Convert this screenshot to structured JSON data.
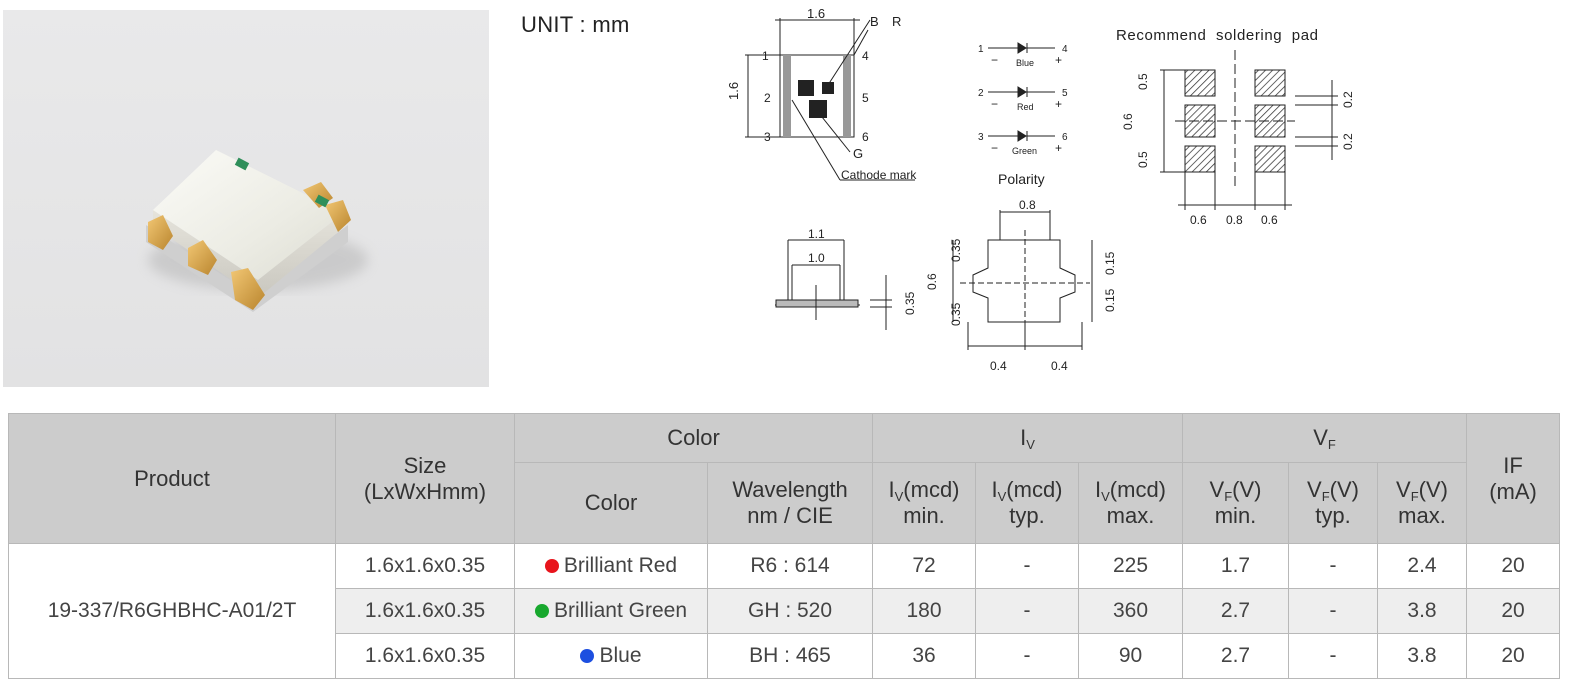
{
  "unit_label": "UNIT : mm",
  "drawing": {
    "top_width": "1.6",
    "side_height": "1.6",
    "label_b": "B",
    "label_r": "R",
    "label_g": "G",
    "cathode_mark": "Cathode mark",
    "pins": [
      "1",
      "2",
      "3",
      "4",
      "5",
      "6"
    ],
    "polarity_title": "Polarity",
    "polarity_rows": [
      {
        "left": "1",
        "right": "4",
        "name": "Blue"
      },
      {
        "left": "2",
        "right": "5",
        "name": "Red"
      },
      {
        "left": "3",
        "right": "6",
        "name": "Green"
      }
    ],
    "minus": "−",
    "plus": "+",
    "pad_title": "Recommend  soldering  pad",
    "pad_dims": {
      "left_top": "0.5",
      "left_mid": "0.6",
      "left_bot": "0.5",
      "right_top": "0.2",
      "right_bot": "0.2",
      "bottom": [
        "0.6",
        "0.8",
        "0.6"
      ]
    },
    "side_view": {
      "w1": "1.1",
      "w2": "1.0",
      "h": "0.35"
    },
    "bottom_view": {
      "top": "0.8",
      "l_top": "0.35",
      "l_mid": "0.6",
      "l_bot": "0.35",
      "r_top": "0.15",
      "r_bot": "0.15",
      "bottom": [
        "0.4",
        "0.4"
      ]
    }
  },
  "table": {
    "head": {
      "product": "Product",
      "size": "Size",
      "size_unit": "(LxWxHmm)",
      "color_group": "Color",
      "iv_group": "I",
      "iv_sub": "V",
      "vf_group": "V",
      "vf_sub": "F",
      "if": "IF",
      "if_unit": "(mA)",
      "color": "Color",
      "wavelength": "Wavelength",
      "wavelength_unit": "nm / CIE",
      "iv_unit": "(mcd)",
      "vf_unit": "(V)",
      "min": "min.",
      "typ": "typ.",
      "max": "max."
    },
    "product": "19-337/R6GHBHC-A01/2T",
    "rows": [
      {
        "size": "1.6x1.6x0.35",
        "color": "Brilliant Red",
        "dot": "#e8141c",
        "wavelength": "R6 : 614",
        "iv_min": "72",
        "iv_typ": "-",
        "iv_max": "225",
        "vf_min": "1.7",
        "vf_typ": "-",
        "vf_max": "2.4",
        "if": "20"
      },
      {
        "size": "1.6x1.6x0.35",
        "color": "Brilliant Green",
        "dot": "#18a82e",
        "wavelength": "GH : 520",
        "iv_min": "180",
        "iv_typ": "-",
        "iv_max": "360",
        "vf_min": "2.7",
        "vf_typ": "-",
        "vf_max": "3.8",
        "if": "20"
      },
      {
        "size": "1.6x1.6x0.35",
        "color": "Blue",
        "dot": "#1d4fe0",
        "wavelength": "BH : 465",
        "iv_min": "36",
        "iv_typ": "-",
        "iv_max": "90",
        "vf_min": "2.7",
        "vf_typ": "-",
        "vf_max": "3.8",
        "if": "20"
      }
    ]
  }
}
